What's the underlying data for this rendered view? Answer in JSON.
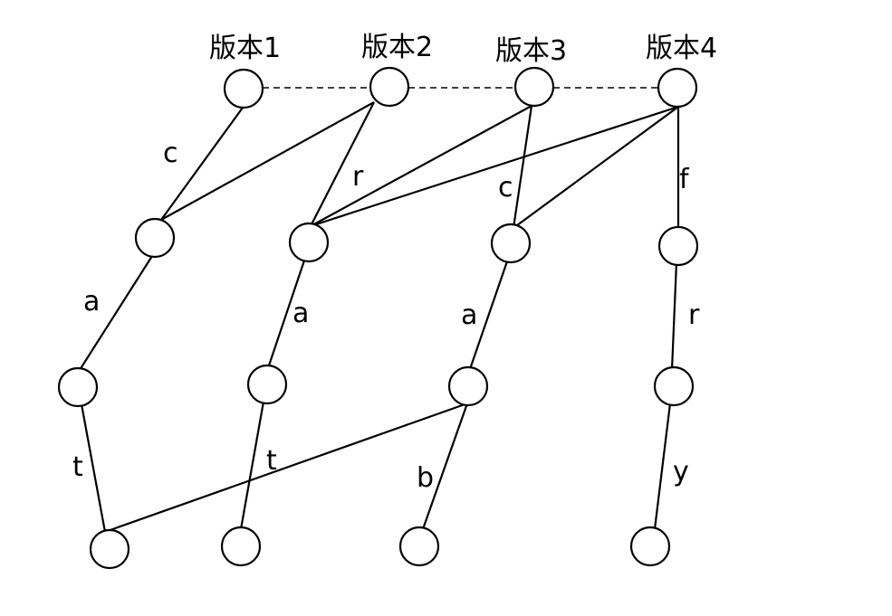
{
  "versions": {
    "v1": "版本1",
    "v2": "版本2",
    "v3": "版本3",
    "v4": "版本4"
  },
  "edge_labels": {
    "c1": "c",
    "r1": "r",
    "c2": "c",
    "f1": "f",
    "a1": "a",
    "a2": "a",
    "a3": "a",
    "r2": "r",
    "t1": "t",
    "t2": "t",
    "b1": "b",
    "y1": "y"
  },
  "colors": {
    "stroke": "#000000",
    "background": "#ffffff"
  }
}
